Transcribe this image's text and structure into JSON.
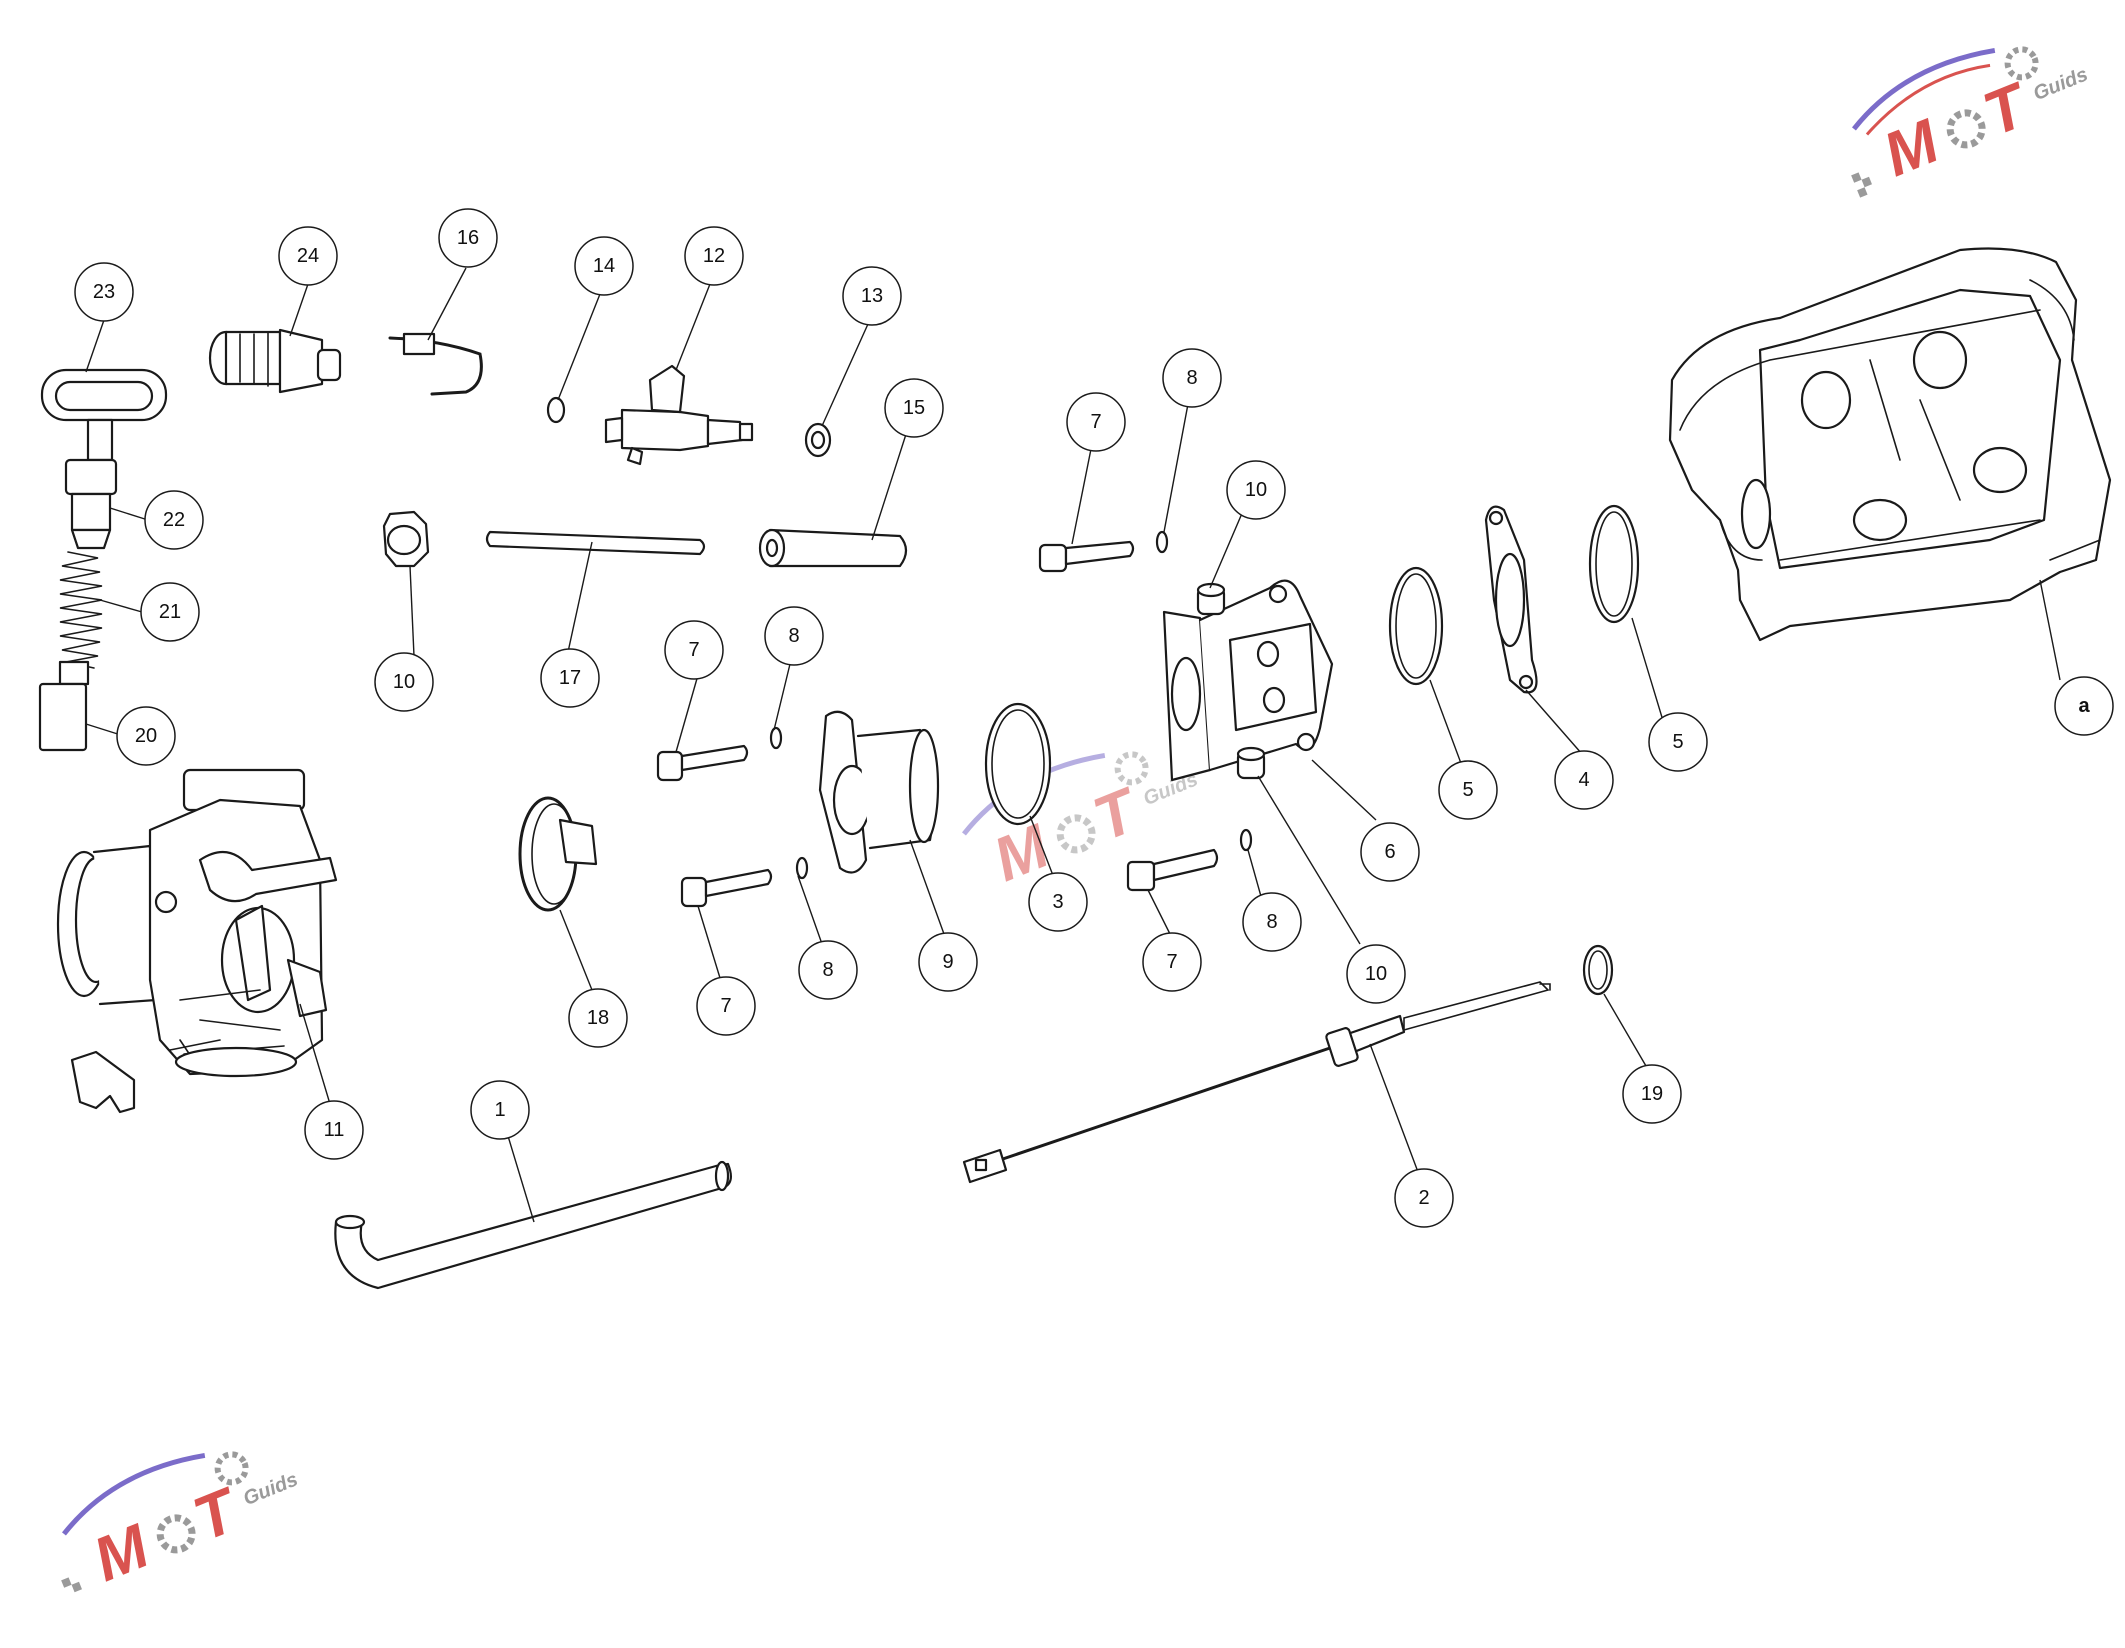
{
  "watermark": {
    "brand": "MOTO",
    "sub": "Guids",
    "color_primary": "#d9534f",
    "color_secondary": "#7b6cc9",
    "color_gray": "#9a9a9a"
  },
  "callouts": [
    {
      "id": "c23",
      "label": "23"
    },
    {
      "id": "c24",
      "label": "24"
    },
    {
      "id": "c16",
      "label": "16"
    },
    {
      "id": "c14",
      "label": "14"
    },
    {
      "id": "c12",
      "label": "12"
    },
    {
      "id": "c13",
      "label": "13"
    },
    {
      "id": "c15",
      "label": "15"
    },
    {
      "id": "c7a",
      "label": "7"
    },
    {
      "id": "c8a",
      "label": "8"
    },
    {
      "id": "c10a",
      "label": "10"
    },
    {
      "id": "c22",
      "label": "22"
    },
    {
      "id": "c21",
      "label": "21"
    },
    {
      "id": "c20",
      "label": "20"
    },
    {
      "id": "c10b",
      "label": "10"
    },
    {
      "id": "c17",
      "label": "17"
    },
    {
      "id": "c7b",
      "label": "7"
    },
    {
      "id": "c8b",
      "label": "8"
    },
    {
      "id": "c5a",
      "label": "5"
    },
    {
      "id": "c4",
      "label": "4"
    },
    {
      "id": "c5b",
      "label": "5"
    },
    {
      "id": "ca",
      "label": "a"
    },
    {
      "id": "c6",
      "label": "6"
    },
    {
      "id": "c3",
      "label": "3"
    },
    {
      "id": "c9",
      "label": "9"
    },
    {
      "id": "c8c",
      "label": "8"
    },
    {
      "id": "c7c",
      "label": "7"
    },
    {
      "id": "c18",
      "label": "18"
    },
    {
      "id": "c7d",
      "label": "7"
    },
    {
      "id": "c8d",
      "label": "8"
    },
    {
      "id": "c10c",
      "label": "10"
    },
    {
      "id": "c11",
      "label": "11"
    },
    {
      "id": "c1",
      "label": "1"
    },
    {
      "id": "c2",
      "label": "2"
    },
    {
      "id": "c19",
      "label": "19"
    }
  ]
}
